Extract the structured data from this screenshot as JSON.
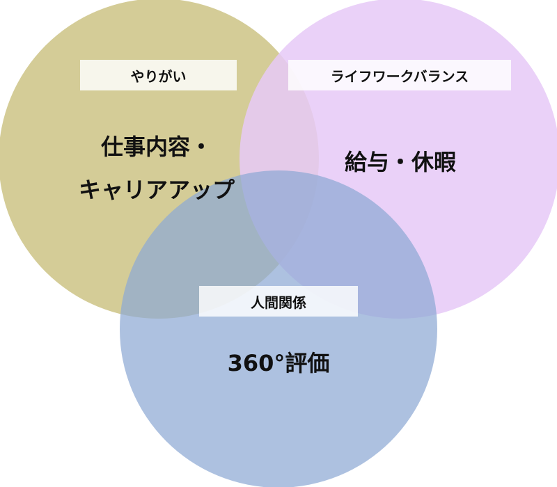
{
  "colors": {
    "circle_yarigai": "#cdc385",
    "circle_wlb": "#e6c9f7",
    "circle_ningen": "#8ea9d4"
  },
  "circles": {
    "yarigai": {
      "title": "やりがい",
      "lines": [
        "仕事内容・",
        "キャリアアップ"
      ]
    },
    "work_life_balance": {
      "title": "ライフワークバランス",
      "lines": [
        "給与・休暇"
      ]
    },
    "relationships": {
      "title": "人間関係",
      "lines": [
        "360°評価"
      ]
    }
  }
}
